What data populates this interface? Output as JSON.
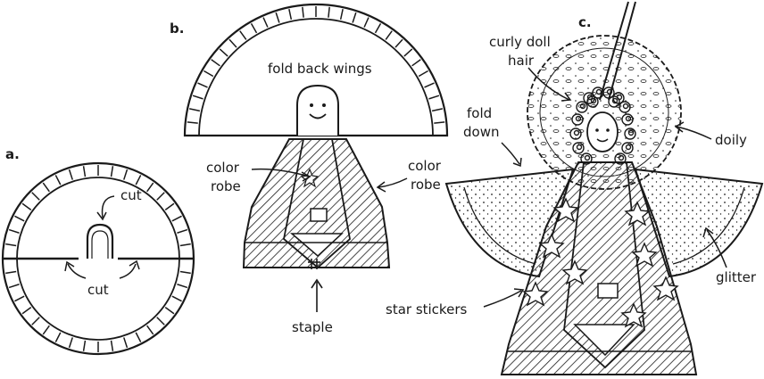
{
  "panels": {
    "a": "a.",
    "b": "b.",
    "c": "c."
  },
  "labels": {
    "a_cut_top": "cut",
    "a_cut_bottom": "cut",
    "b_fold_back_wings": "fold back wings",
    "b_color_robe_left_1": "color",
    "b_color_robe_left_2": "robe",
    "b_color_robe_right_1": "color",
    "b_color_robe_right_2": "robe",
    "b_staple": "staple",
    "c_curly_doll_1": "curly doll",
    "c_curly_doll_2": "hair",
    "c_fold_1": "fold",
    "c_fold_2": "down",
    "c_doily": "doily",
    "c_glitter": "glitter",
    "c_star_stickers": "star stickers"
  },
  "colors": {
    "ink": "#1a1a1a",
    "paper": "#ffffff"
  }
}
